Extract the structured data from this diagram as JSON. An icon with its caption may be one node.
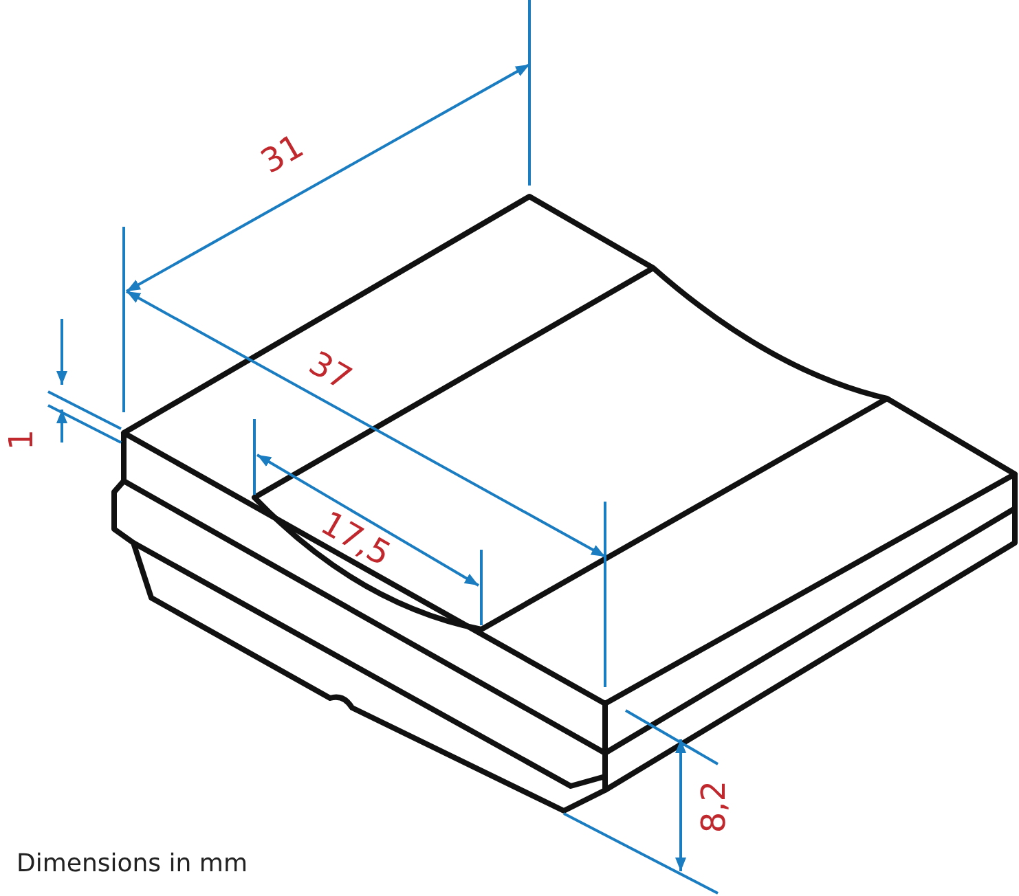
{
  "diagram": {
    "caption": "Dimensions in mm",
    "labels": [
      "31",
      "37",
      "1",
      "17,5",
      "8,2"
    ]
  }
}
